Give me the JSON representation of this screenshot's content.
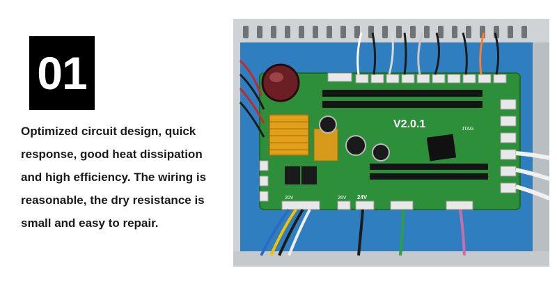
{
  "badge": {
    "number": "01"
  },
  "description": {
    "text": "Optimized circuit design, quick response, good heat dissipation and high efficiency. The wiring is reasonable, the dry resistance is small and easy to repair."
  },
  "photo": {
    "board_version": "V2.0.1",
    "labels": {
      "v24": "24V",
      "v26": "26V",
      "v20": "20V",
      "jtag": "JTAG"
    },
    "colors": {
      "pcb_green": "#2e8f3a",
      "enclosure_blue": "#2f7fc0",
      "heatsink_gold": "#e0a019"
    }
  }
}
